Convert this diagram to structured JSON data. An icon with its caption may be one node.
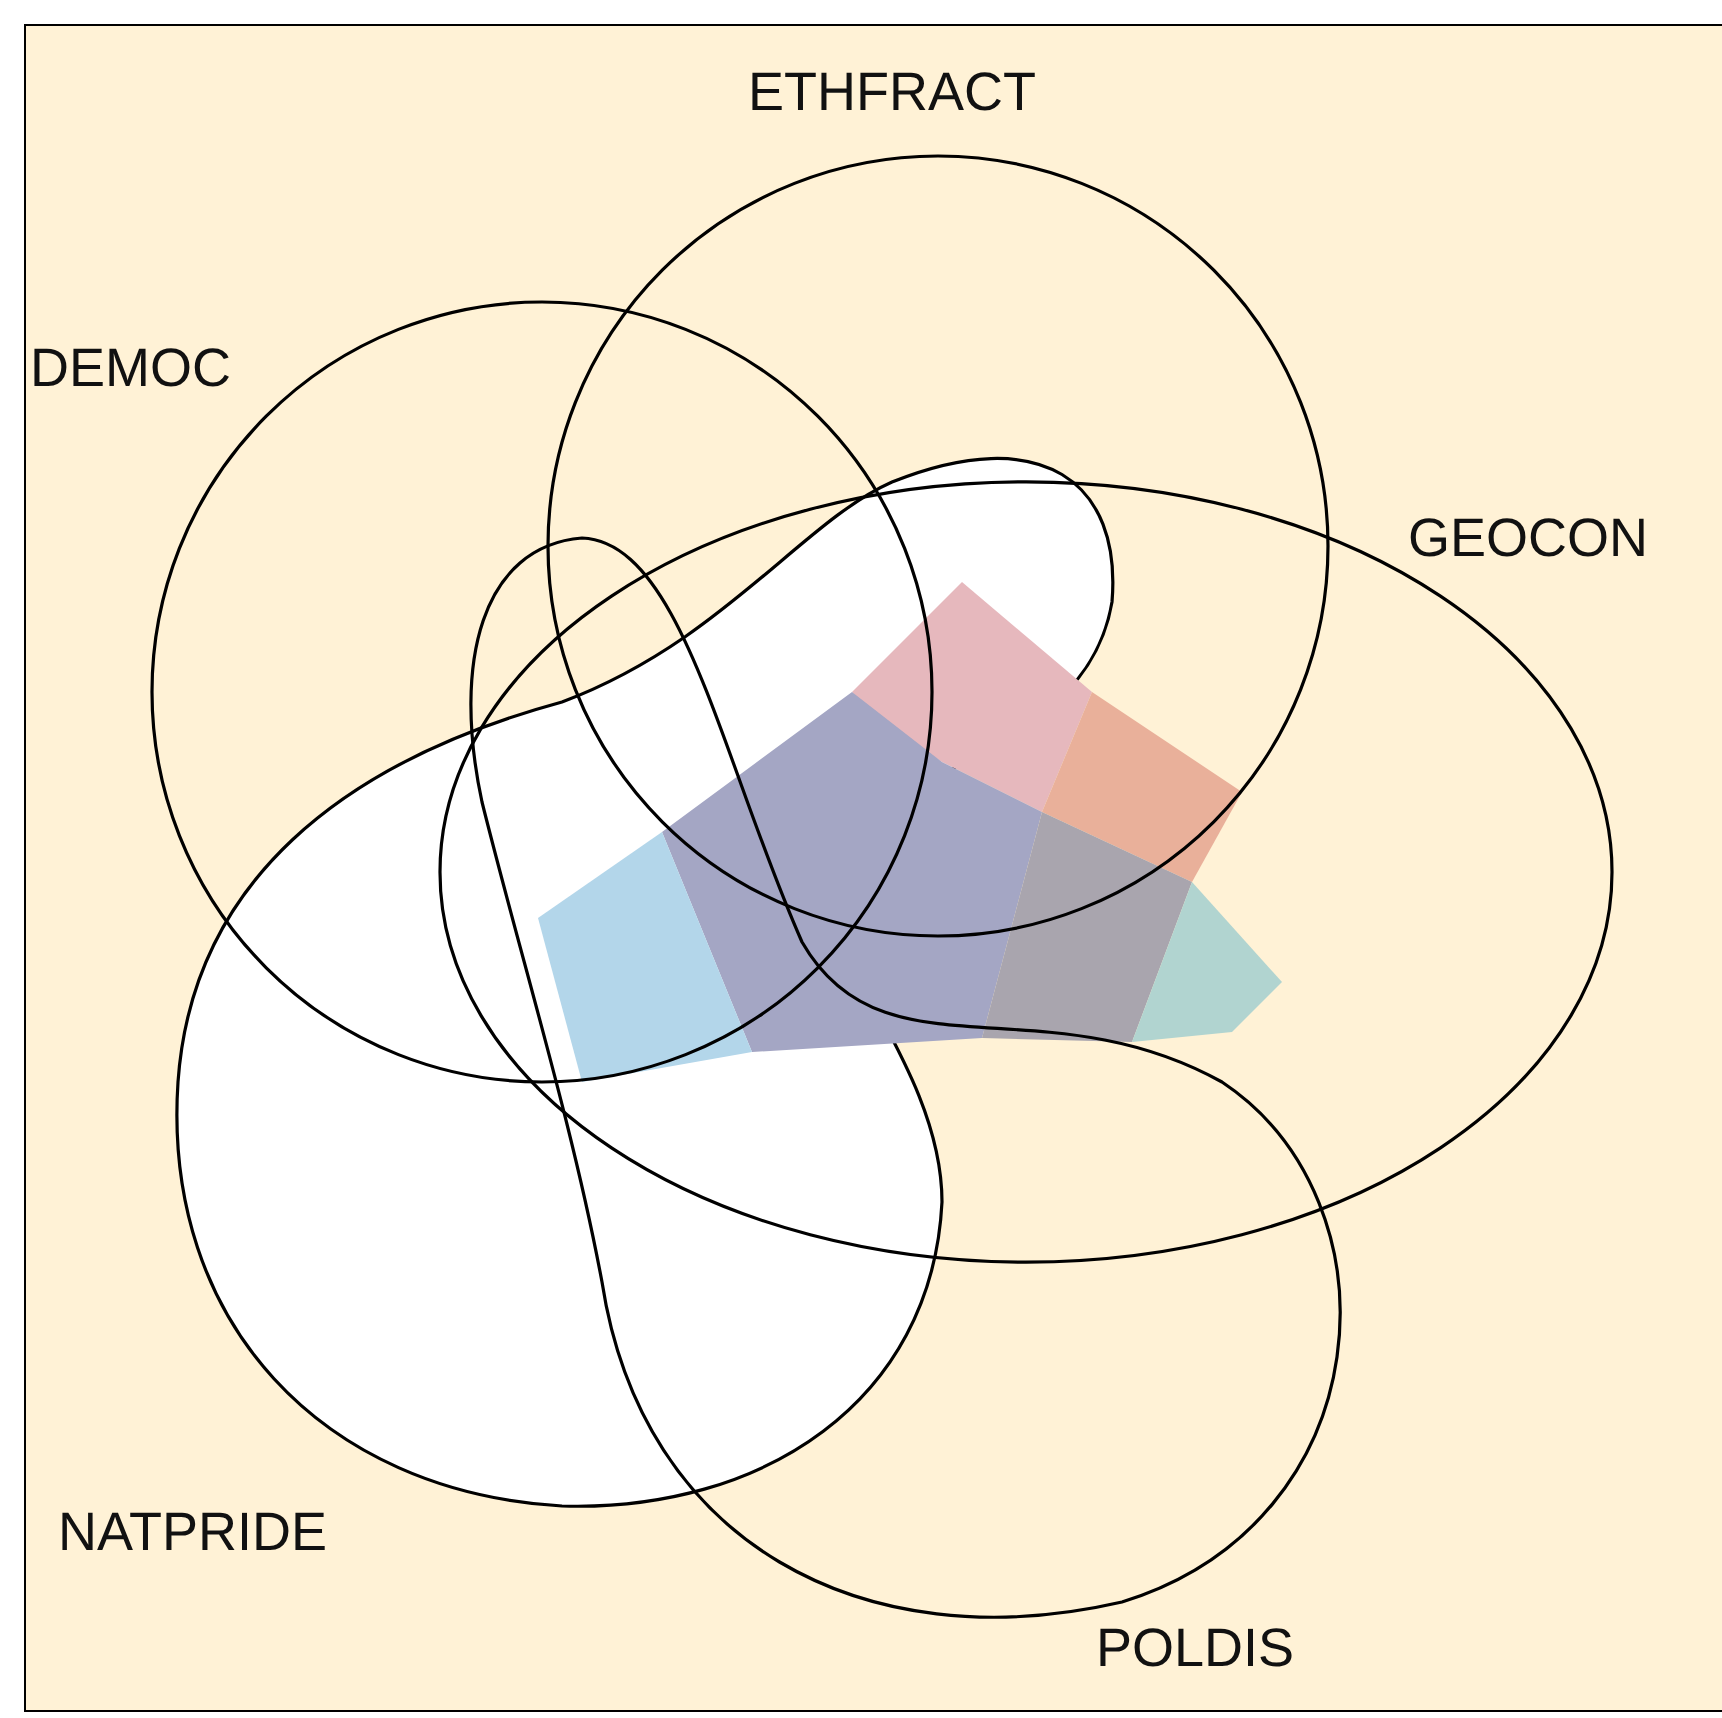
{
  "diagram": {
    "nodes": [
      {
        "text": [
          "DEMOC"
        ]
      },
      {
        "text": [
          "ETHFRACT"
        ]
      },
      {
        "text": [
          "GEOCON"
        ]
      },
      {
        "text": [
          "POLDIS"
        ]
      },
      {
        "text": [
          "NATPRIDE"
        ]
      }
    ]
  }
}
